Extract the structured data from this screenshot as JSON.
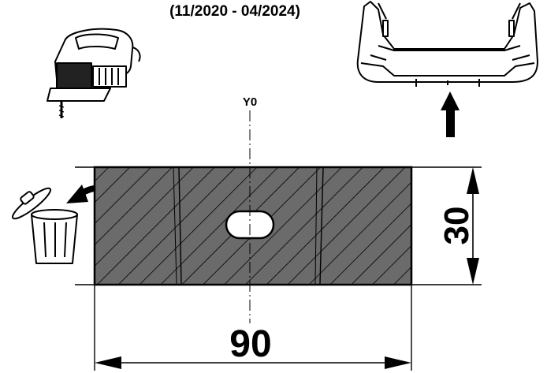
{
  "header": {
    "date_range": "(11/2020 - 04/2024)"
  },
  "drawing": {
    "axis_label": "Y0",
    "width_dimension": "90",
    "height_dimension": "30"
  },
  "icons": {
    "tool": "jigsaw-icon",
    "bumper": "rear-bumper-icon",
    "direction": "up-arrow-icon",
    "discard": "trash-bin-icon",
    "discard_arrow": "curved-arrow-icon"
  },
  "colors": {
    "cut_section_fill": "#6b6b6b",
    "line": "#000000",
    "background": "#ffffff"
  }
}
